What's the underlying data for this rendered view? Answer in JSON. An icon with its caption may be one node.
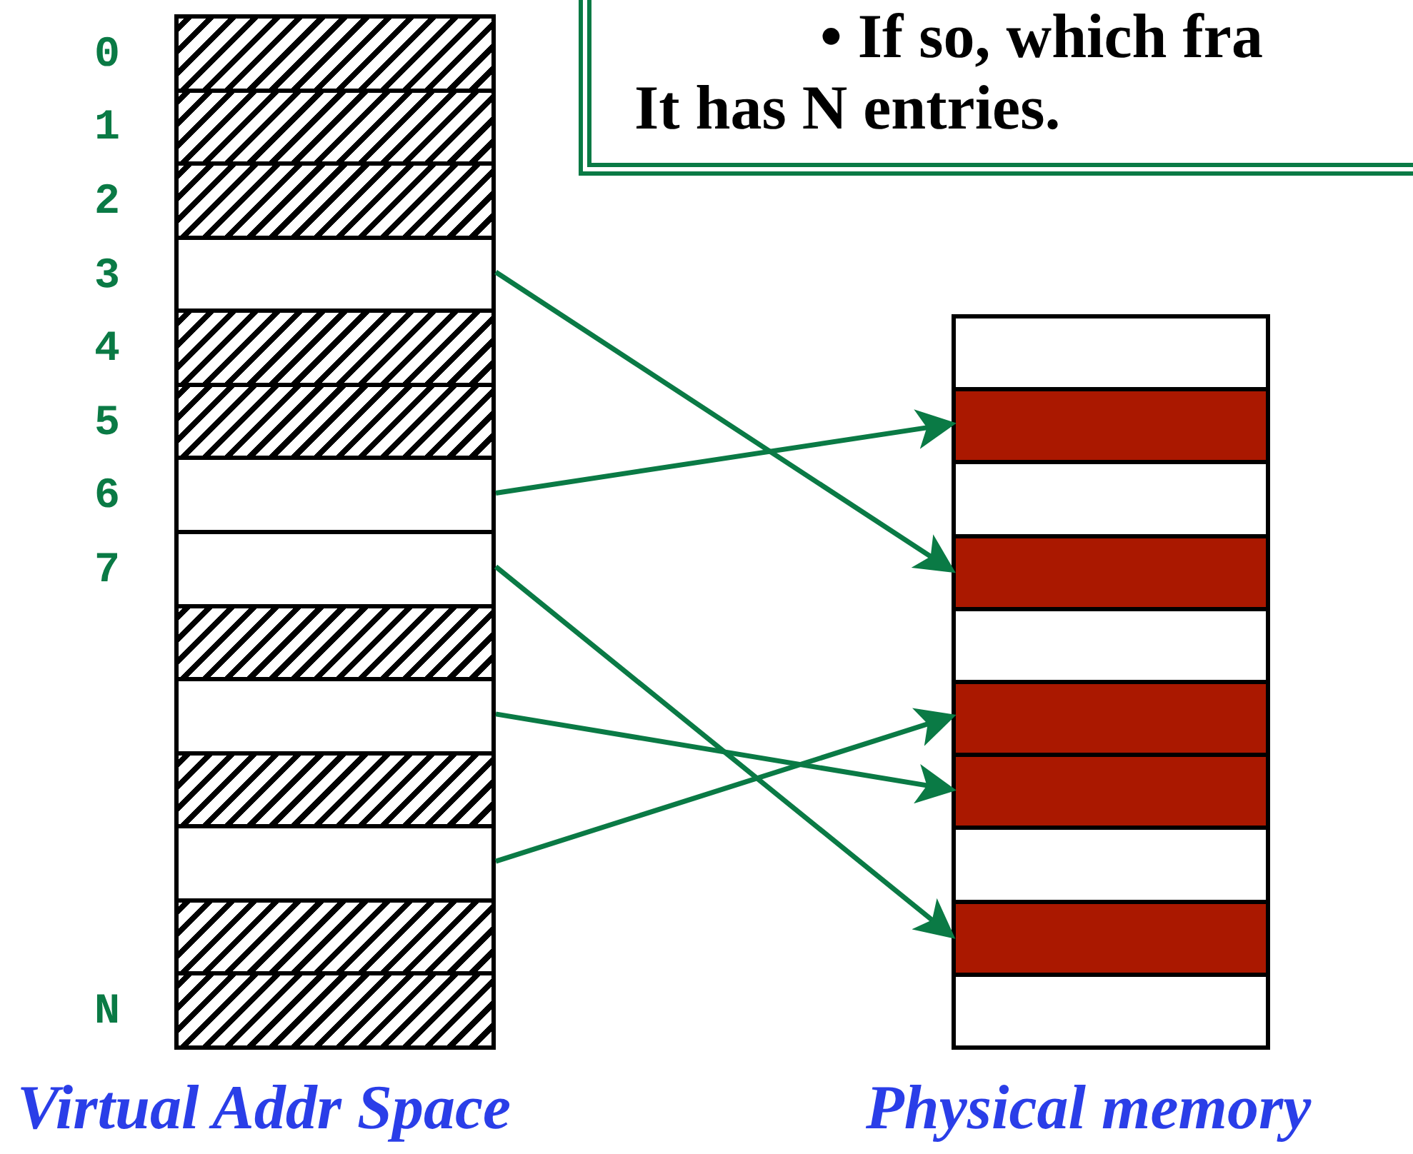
{
  "diagram": {
    "nodes": [
      {
        "text": [
          "• If so, which fra",
          "It has N entries."
        ]
      },
      {
        "text": [
          "Virtual Addr Space"
        ]
      },
      {
        "text": [],
        "shape": "box",
        "in": 1,
        "beside": [
          "0"
        ]
      },
      {
        "text": [],
        "shape": "box",
        "in": 1,
        "beside": [
          "1"
        ]
      },
      {
        "text": [],
        "shape": "box",
        "in": 1,
        "beside": [
          "2"
        ]
      },
      {
        "text": [],
        "shape": "box",
        "in": 1,
        "beside": [
          "3"
        ]
      },
      {
        "text": [],
        "shape": "box",
        "in": 1,
        "beside": [
          "4"
        ]
      },
      {
        "text": [],
        "shape": "box",
        "in": 1,
        "beside": [
          "5"
        ]
      },
      {
        "text": [],
        "shape": "box",
        "in": 1,
        "beside": [
          "6"
        ]
      },
      {
        "text": [],
        "shape": "box",
        "in": 1,
        "beside": [
          "7"
        ]
      },
      {
        "text": [],
        "shape": "box",
        "in": 1
      },
      {
        "text": [],
        "shape": "box",
        "in": 1
      },
      {
        "text": [],
        "shape": "box",
        "in": 1
      },
      {
        "text": [],
        "shape": "box",
        "in": 1
      },
      {
        "text": [],
        "shape": "box",
        "in": 1
      },
      {
        "text": [],
        "shape": "box",
        "in": 1,
        "beside": [
          "N"
        ]
      },
      {
        "text": [
          "Physical memory"
        ]
      },
      {
        "text": [],
        "shape": "box",
        "in": 16
      },
      {
        "text": [],
        "shape": "box",
        "in": 16
      },
      {
        "text": [],
        "shape": "box",
        "in": 16
      },
      {
        "text": [],
        "shape": "box",
        "in": 16
      },
      {
        "text": [],
        "shape": "box",
        "in": 16
      },
      {
        "text": [],
        "shape": "box",
        "in": 16
      },
      {
        "text": [],
        "shape": "box",
        "in": 16
      },
      {
        "text": [],
        "shape": "box",
        "in": 16
      },
      {
        "text": [],
        "shape": "box",
        "in": 16
      },
      {
        "text": [],
        "shape": "box",
        "in": 16
      }
    ],
    "edges": [
      {
        "from": 5,
        "to": 20,
        "arrow": "to"
      },
      {
        "from": 8,
        "to": 18,
        "arrow": "to"
      },
      {
        "from": 9,
        "to": 25,
        "arrow": "to"
      },
      {
        "from": 11,
        "to": 23,
        "arrow": "to"
      },
      {
        "from": 13,
        "to": 22,
        "arrow": "to"
      }
    ]
  }
}
